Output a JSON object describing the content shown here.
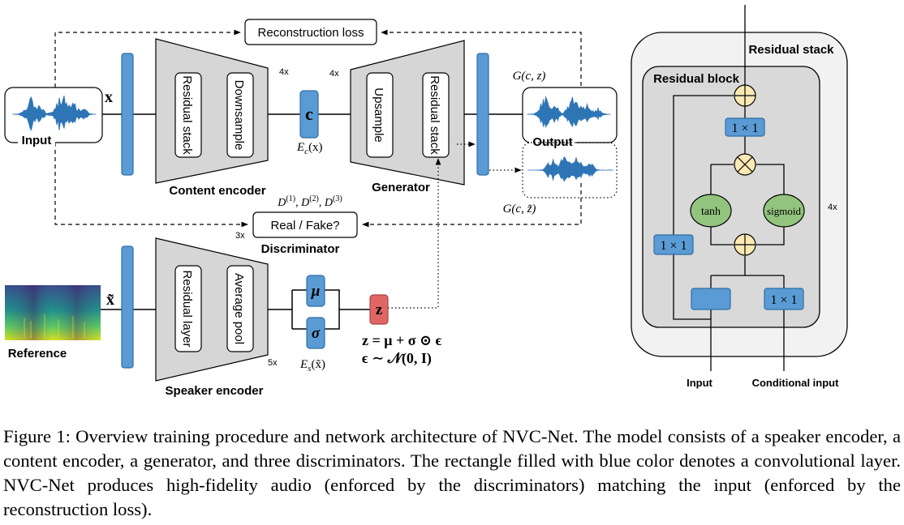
{
  "colors": {
    "conv_blue": "#5b9bd5",
    "conv_stroke": "#2e6da4",
    "trapezoid": "#d6d6d6",
    "z_red": "#e06666",
    "act_green": "#93c47d",
    "sum_yellow": "#fde9b4",
    "panel_outer": "#f2f2f2",
    "panel_inner": "#d9d9d9",
    "wave": "#2e75b6"
  },
  "labels": {
    "reconstruction_loss": "Reconstruction loss",
    "input": "Input",
    "x": "x",
    "x_tilde": "x̃",
    "residual_stack": "Residual stack",
    "downsample": "Downsample",
    "upsample": "Upsample",
    "content_encoder": "Content encoder",
    "generator": "Generator",
    "c": "c",
    "ec": "E",
    "ec_sub": "c",
    "ec_arg": "(x)",
    "gcz": "G(c, z)",
    "gcz_tilde": "G(c, z̃)",
    "output": "Output",
    "discr_d": "D",
    "discr_sup": [
      "(1)",
      "(2)",
      "(3)"
    ],
    "real_fake": "Real / Fake?",
    "discriminator": "Discriminator",
    "residual_layer": "Residual layer",
    "average_pool": "Average pool",
    "speaker_encoder": "Speaker encoder",
    "reference": "Reference",
    "mu": "μ",
    "sigma": "σ",
    "z": "z",
    "es": "E",
    "es_sub": "s",
    "es_arg": "(x̃)",
    "eq1": "z = μ + σ ⊙ ϵ",
    "eq2": "ϵ ∼ 𝒩(0, I)",
    "mult_content": "4x",
    "mult_generator": "4x",
    "mult_discriminator": "3x",
    "mult_speaker": "5x",
    "mult_residual": "4x",
    "residual_stack_panel": "Residual stack",
    "residual_block": "Residual block",
    "conv_1x1": "1 × 1",
    "tanh": "tanh",
    "sigmoid": "sigmoid",
    "panel_input": "Input",
    "conditional_input": "Conditional input"
  },
  "caption": "Figure 1: Overview training procedure and network architecture of NVC-Net. The model consists of a speaker encoder, a content encoder, a generator, and three discriminators. The rectangle filled with blue color denotes a convolutional layer. NVC-Net produces high-fidelity audio (enforced by the discriminators) matching the input (enforced by the reconstruction loss)."
}
